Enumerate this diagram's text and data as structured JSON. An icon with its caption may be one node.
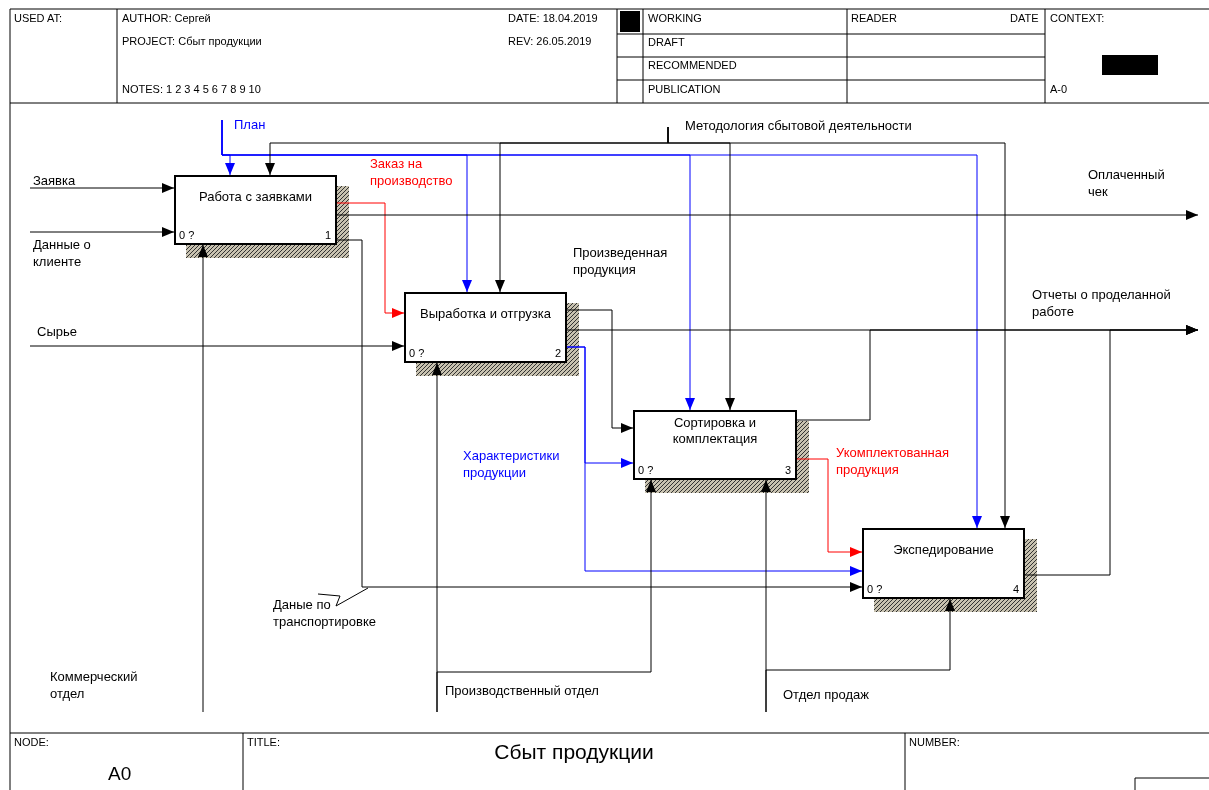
{
  "diagram": {
    "title": "Сбыт продукции",
    "nodes": [
      {
        "text": [
          "Работа с заявками",
          "0 ?",
          "1"
        ]
      },
      {
        "text": [
          "Выработка и отгрузка",
          "0 ?",
          "2"
        ]
      },
      {
        "text": [
          "Сортировка и комплектация",
          "0 ?",
          "3"
        ]
      },
      {
        "text": [
          "Экспедирование",
          "0 ?",
          "4"
        ]
      },
      {
        "text": [
          "План"
        ]
      },
      {
        "text": [
          "Методология сбытовой деятельности"
        ]
      },
      {
        "text": [
          "Коммерческий отдел"
        ]
      },
      {
        "text": [
          "Производственный отдел"
        ]
      },
      {
        "text": [
          "Отдел продаж"
        ]
      }
    ],
    "edges": [
      {
        "from": null,
        "to": 0,
        "arrow": "to",
        "label": "Заявка"
      },
      {
        "from": null,
        "to": 0,
        "arrow": "to",
        "label": "Данные о клиенте"
      },
      {
        "from": null,
        "to": 1,
        "arrow": "to",
        "label": "Сырье"
      },
      {
        "from": 4,
        "to": 0,
        "arrow": "to",
        "color": "#0000ff"
      },
      {
        "from": 4,
        "to": 1,
        "arrow": "to",
        "color": "#0000ff"
      },
      {
        "from": 4,
        "to": 2,
        "arrow": "to",
        "color": "#0000ff"
      },
      {
        "from": 4,
        "to": 3,
        "arrow": "to",
        "color": "#0000ff"
      },
      {
        "from": 5,
        "to": 0,
        "arrow": "to"
      },
      {
        "from": 5,
        "to": 1,
        "arrow": "to"
      },
      {
        "from": 5,
        "to": 2,
        "arrow": "to"
      },
      {
        "from": 5,
        "to": 3,
        "arrow": "to"
      },
      {
        "from": 0,
        "to": 1,
        "arrow": "to",
        "label": "Заказ на производство",
        "color": "#ff0000"
      },
      {
        "from": 0,
        "to": null,
        "arrow": "to",
        "label": "Оплаченный чек"
      },
      {
        "from": 0,
        "to": 3,
        "arrow": "to",
        "label": "Даные по транспортировке"
      },
      {
        "from": 1,
        "to": 2,
        "arrow": "to",
        "label": "Произведенная продукция"
      },
      {
        "from": 1,
        "to": null,
        "arrow": "to",
        "label": "Отчеты о проделанной работе"
      },
      {
        "from": 2,
        "to": null,
        "arrow": "to"
      },
      {
        "from": 3,
        "to": null,
        "arrow": "to"
      },
      {
        "from": 1,
        "to": 2,
        "arrow": "to",
        "label": "Характеристики продукции",
        "color": "#0000ff"
      },
      {
        "from": 1,
        "to": 3,
        "arrow": "to",
        "color": "#0000ff"
      },
      {
        "from": 2,
        "to": 3,
        "arrow": "to",
        "label": "Укомплектованная продукция",
        "color": "#ff0000"
      },
      {
        "from": 6,
        "to": 0,
        "arrow": "to"
      },
      {
        "from": 7,
        "to": 1,
        "arrow": "to"
      },
      {
        "from": 7,
        "to": 2,
        "arrow": "to"
      },
      {
        "from": 8,
        "to": 2,
        "arrow": "to"
      },
      {
        "from": 8,
        "to": 3,
        "arrow": "to"
      }
    ],
    "labels": [
      "USED AT:",
      "AUTHOR: Сергей",
      "PROJECT: Сбыт продукции",
      "DATE: 18.04.2019",
      "REV: 26.05.2019",
      "NOTES: 1 2 3 4 5 6 7 8 9 10",
      "WORKING",
      "DRAFT",
      "RECOMMENDED",
      "PUBLICATION",
      "READER",
      "DATE",
      "CONTEXT:",
      "A-0",
      "NODE:",
      "A0",
      "TITLE:",
      "NUMBER:"
    ]
  }
}
